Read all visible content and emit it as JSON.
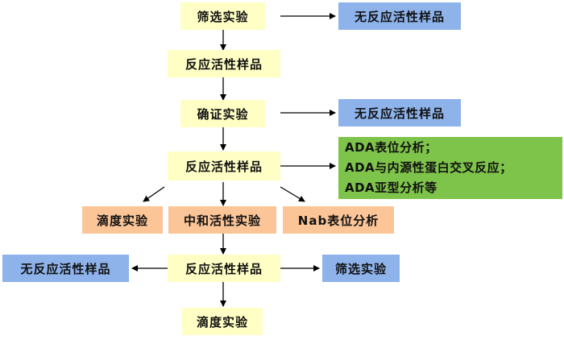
{
  "boxes": {
    "screen_test": "筛选实验",
    "no_reactive_1": "无反应活性样品",
    "reactive_1": "反应活性样品",
    "confirm_test": "确证实验",
    "no_reactive_2": "无反应活性样品",
    "reactive_2": "反应活性样品",
    "analysis_lines": [
      "ADA表位分析；",
      "ADA与内源性蛋白交叉反应；",
      "ADA亚型分析等"
    ],
    "titer_test": "滴度实验",
    "neutralizing_test": "中和活性实验",
    "nab_epitope": "Nab表位分析",
    "no_reactive_3": "无反应活性样品",
    "reactive_3": "反应活性样品",
    "screen_test_2": "筛选实验",
    "titer_test_2": "滴度实验"
  },
  "colors": {
    "yellow": "#ffffc5",
    "blue": "#8eb3eb",
    "orange": "#fbc597",
    "green": "#7ec34a",
    "arrow": "#000000"
  }
}
